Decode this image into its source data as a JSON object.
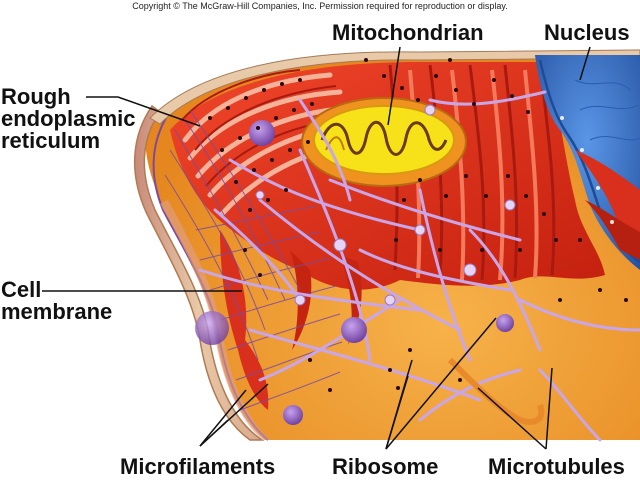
{
  "copyright": "Copyright © The McGraw-Hill Companies, Inc. Permission required for reproduction or display.",
  "labels": {
    "mitochondrian": "Mitochondrian",
    "nucleus": "Nucleus",
    "rough_er": [
      "Rough",
      "endoplasmic",
      "reticulum"
    ],
    "cell_membrane": [
      "Cell",
      "membrane"
    ],
    "microfilaments": "Microfilaments",
    "ribosome": "Ribosome",
    "microtubules": "Microtubules"
  },
  "colors": {
    "cytoplasm": "#f3a23a",
    "er": "#e8341f",
    "er_dark": "#a81a10",
    "er_cisternae": "#f7b39a",
    "mitochondrion_outer": "#f09220",
    "mitochondrion_inner": "#f7e21a",
    "nucleus": "#3f7fd8",
    "vesicle": "#8a5bb8",
    "cytoskeleton": "#c9a6e8",
    "membrane": "#e9cfa0"
  }
}
